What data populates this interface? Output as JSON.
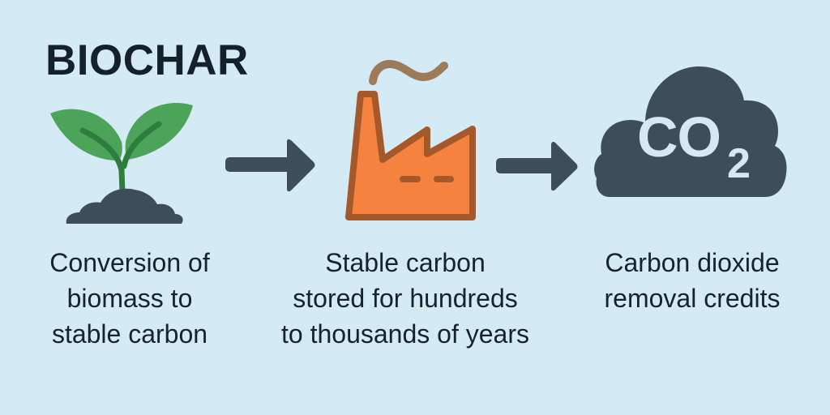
{
  "title": "BIOCHAR",
  "colors": {
    "background": "#D4EAF5",
    "text": "#16232C",
    "leaf": "#4CA45A",
    "leaf_vein": "#2E7D3E",
    "soil": "#3E4E58",
    "arrow": "#3E4E58",
    "factory_fill": "#F5833F",
    "factory_outline": "#A5582A",
    "smoke": "#9C7B5B",
    "cloud": "#3E4E58",
    "cloud_text": "#D6E8F1"
  },
  "steps": [
    {
      "icon": "sprout-in-soil-icon",
      "caption_lines": [
        "Conversion of",
        "biomass to",
        "stable carbon"
      ]
    },
    {
      "icon": "factory-icon",
      "caption_lines": [
        "Stable carbon",
        "stored for hundreds",
        "to thousands of years"
      ]
    },
    {
      "icon": "co2-cloud-icon",
      "icon_label": {
        "main": "CO",
        "subscript": "2"
      },
      "caption_lines": [
        "Carbon dioxide",
        "removal credits"
      ]
    }
  ],
  "connectors": [
    {
      "icon": "arrow-right-icon",
      "from": 0,
      "to": 1
    },
    {
      "icon": "arrow-right-icon",
      "from": 1,
      "to": 2
    }
  ]
}
